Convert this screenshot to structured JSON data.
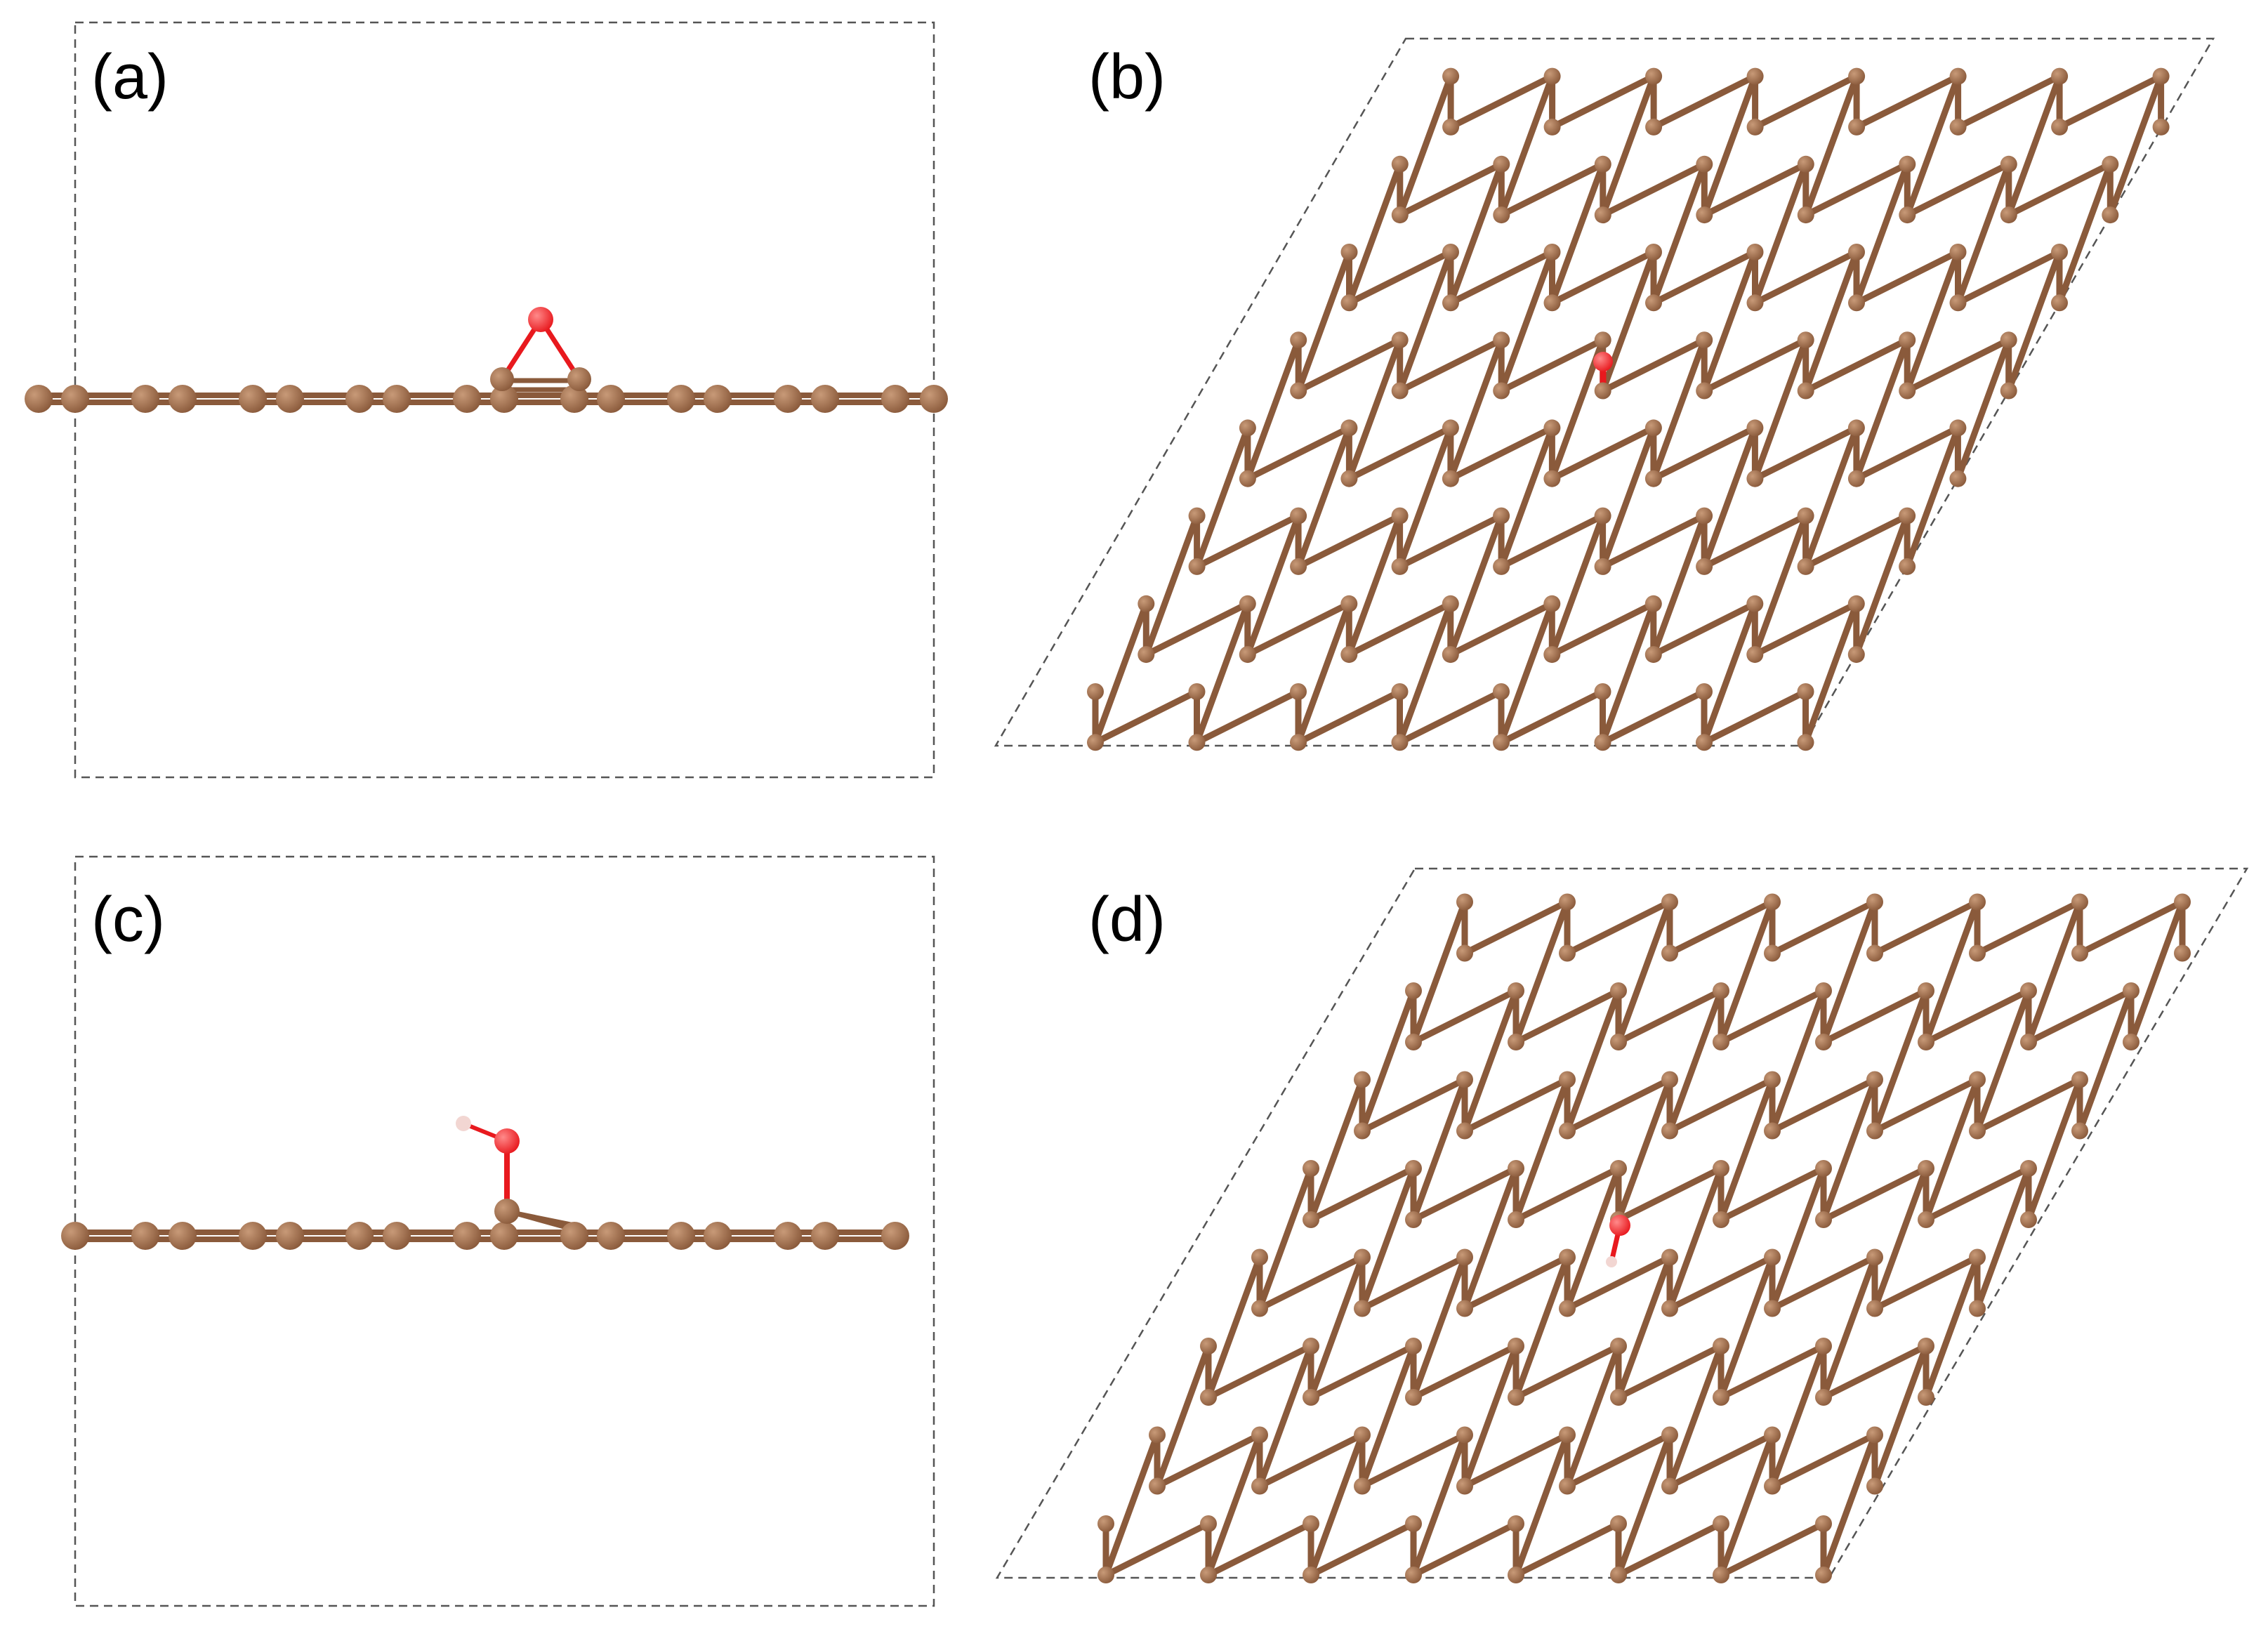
{
  "figure": {
    "panels": [
      {
        "id": "a",
        "label": "(a)",
        "view": "side",
        "adsorbate": "O"
      },
      {
        "id": "b",
        "label": "(b)",
        "view": "top",
        "adsorbate": "O"
      },
      {
        "id": "c",
        "label": "(c)",
        "view": "side",
        "adsorbate": "OH"
      },
      {
        "id": "d",
        "label": "(d)",
        "view": "top",
        "adsorbate": "OH"
      }
    ],
    "colors": {
      "carbon": "#8a5a3b",
      "carbon_highlight": "#c89a78",
      "oxygen": "#e8191e",
      "oxygen_highlight": "#ff8a8a",
      "hydrogen": "#f2d6d2",
      "cell_line": "#555555"
    }
  }
}
